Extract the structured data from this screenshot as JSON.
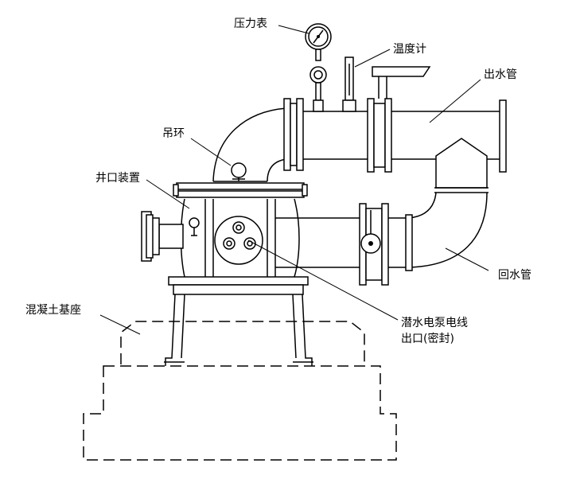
{
  "labels": {
    "pressure_gauge": "压力表",
    "thermometer": "温度计",
    "outlet_pipe": "出水管",
    "lifting_ring": "吊环",
    "wellhead_device": "井口装置",
    "return_pipe": "回水管",
    "concrete_base": "混凝土基座",
    "cable_outlet_line1": "潜水电泵电线",
    "cable_outlet_line2": "出口(密封)"
  }
}
